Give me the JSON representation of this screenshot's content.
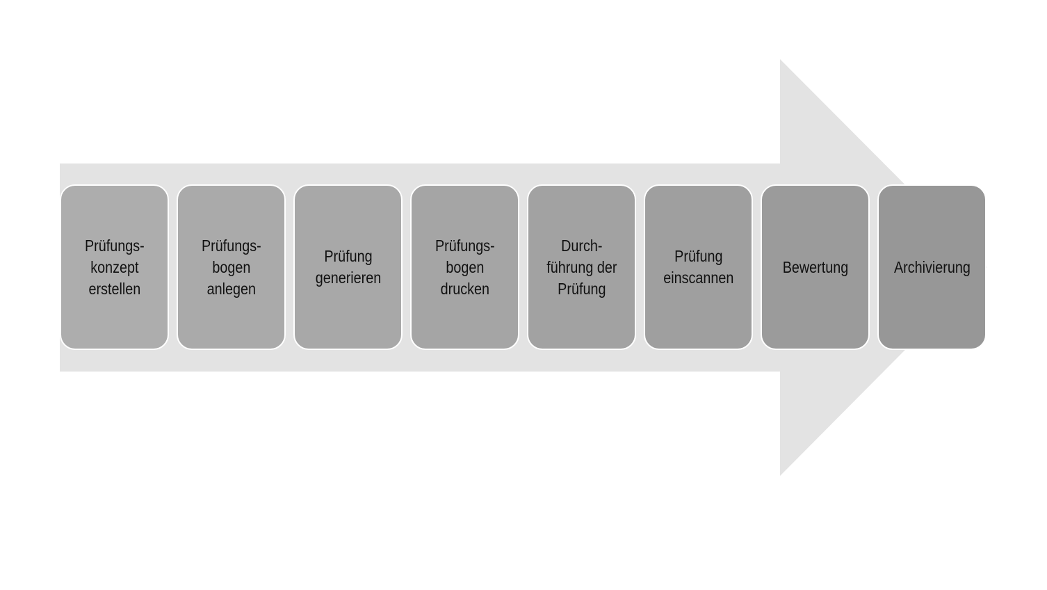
{
  "diagram": {
    "arrow": {
      "color": "#e3e3e3"
    },
    "steps": [
      {
        "label": "Prüfungs-\nkonzept\nerstellen",
        "color": "#adadad"
      },
      {
        "label": "Prüfungs-\nbogen\nanlegen",
        "color": "#aaaaaa"
      },
      {
        "label": "Prüfung\ngenerieren",
        "color": "#a8a8a8"
      },
      {
        "label": "Prüfungs-\nbogen\ndrucken",
        "color": "#a5a5a5"
      },
      {
        "label": "Durch-\nführung der\nPrüfung",
        "color": "#a2a2a2"
      },
      {
        "label": "Prüfung\neinscannen",
        "color": "#9f9f9f"
      },
      {
        "label": "Bewertung",
        "color": "#9b9b9b"
      },
      {
        "label": "Archivierung",
        "color": "#979797"
      }
    ]
  }
}
